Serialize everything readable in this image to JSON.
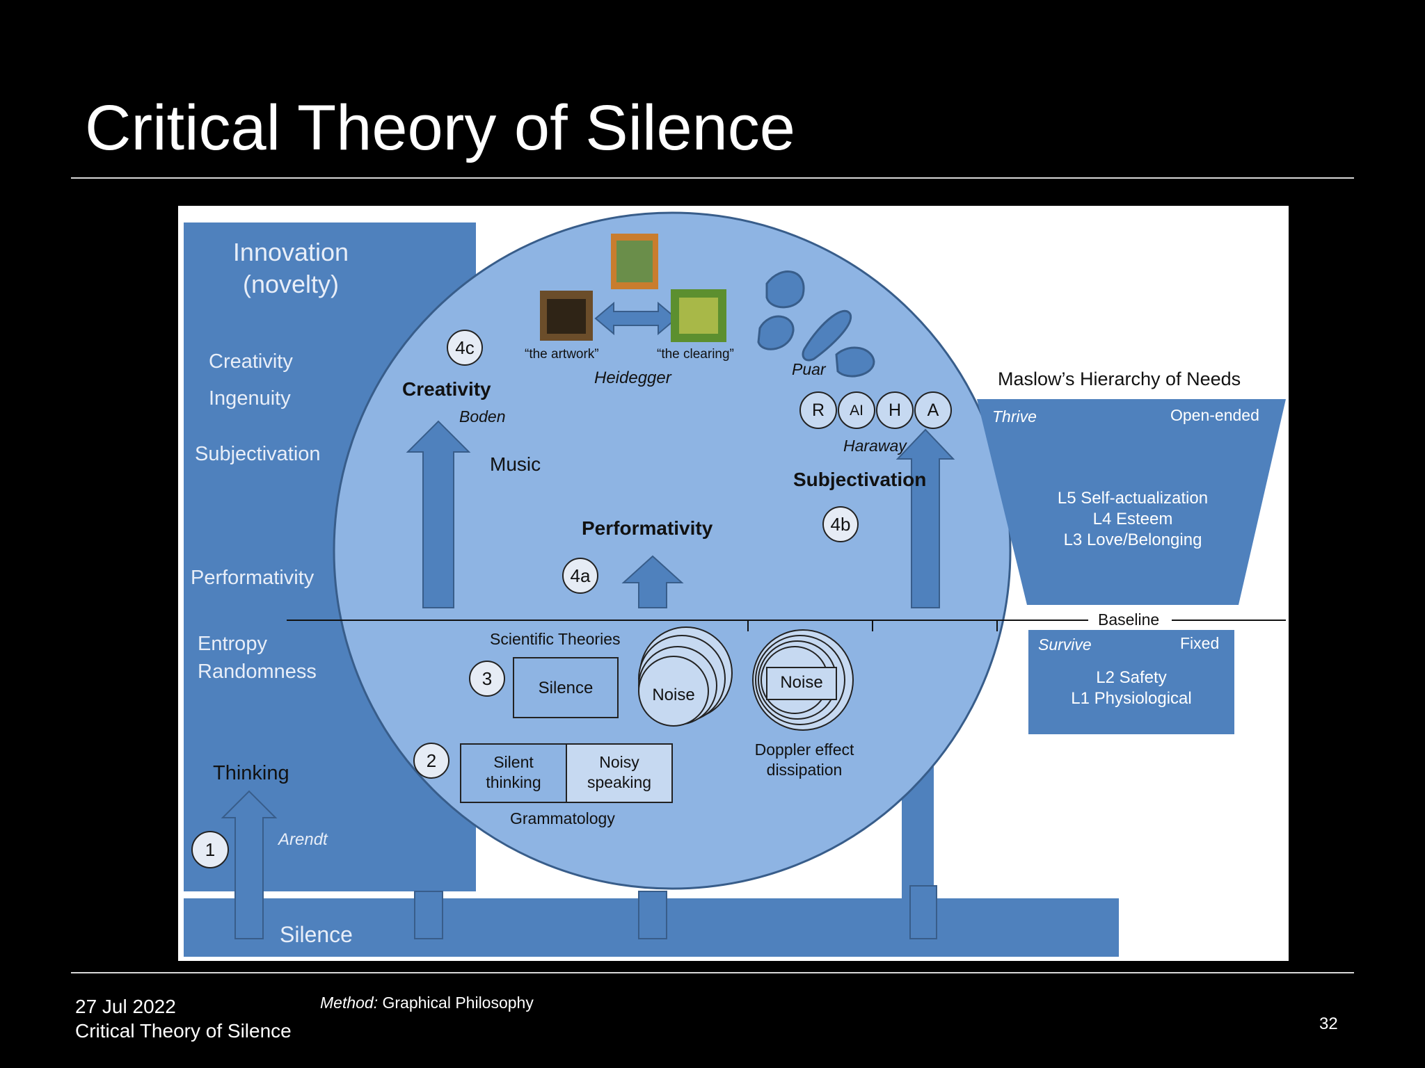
{
  "slide": {
    "title": "Critical Theory of Silence",
    "footer_date": "27 Jul 2022",
    "footer_title": "Critical Theory of Silence",
    "method_label": "Method:",
    "method_value": "Graphical Philosophy",
    "page_number": "32"
  },
  "left_scale": {
    "top_line1": "Innovation",
    "top_line2": "(novelty)",
    "creativity": "Creativity",
    "ingenuity": "Ingenuity",
    "subjectivation": "Subjectivation",
    "performativity": "Performativity",
    "entropy": "Entropy",
    "randomness": "Randomness",
    "thinking": "Thinking",
    "arendt": "Arendt",
    "silence": "Silence"
  },
  "circle": {
    "badge_4c": "4c",
    "badge_4b": "4b",
    "badge_4a": "4a",
    "badge_3": "3",
    "badge_2": "2",
    "badge_1": "1",
    "artwork_caption": "“the artwork”",
    "clearing_caption": "“the clearing”",
    "heidegger": "Heidegger",
    "creativity": "Creativity",
    "boden": "Boden",
    "music": "Music",
    "performativity": "Performativity",
    "puar": "Puar",
    "raha": [
      "R",
      "AI",
      "H",
      "A"
    ],
    "haraway": "Haraway",
    "subjectivation": "Subjectivation",
    "scientific_theories": "Scientific Theories",
    "silence_box": "Silence",
    "noise_1": "Noise",
    "noise_2": "Noise",
    "doppler_1": "Doppler effect",
    "doppler_2": "dissipation",
    "silent_thinking_1": "Silent",
    "silent_thinking_2": "thinking",
    "noisy_speaking_1": "Noisy",
    "noisy_speaking_2": "speaking",
    "grammatology": "Grammatology"
  },
  "maslow": {
    "title": "Maslow’s Hierarchy of Needs",
    "thrive": "Thrive",
    "open_ended": "Open-ended",
    "l5": "L5 Self-actualization",
    "l4": "L4 Esteem",
    "l3": "L3 Love/Belonging",
    "baseline": "Baseline",
    "survive": "Survive",
    "fixed": "Fixed",
    "l2": "L2 Safety",
    "l1": "L1 Physiological"
  },
  "colors": {
    "dark_blue": "#4f81bd",
    "circle_fill": "#8eb4e3",
    "light_fill": "#c6d9f1",
    "outline": "#385d8a",
    "background": "#000000"
  }
}
